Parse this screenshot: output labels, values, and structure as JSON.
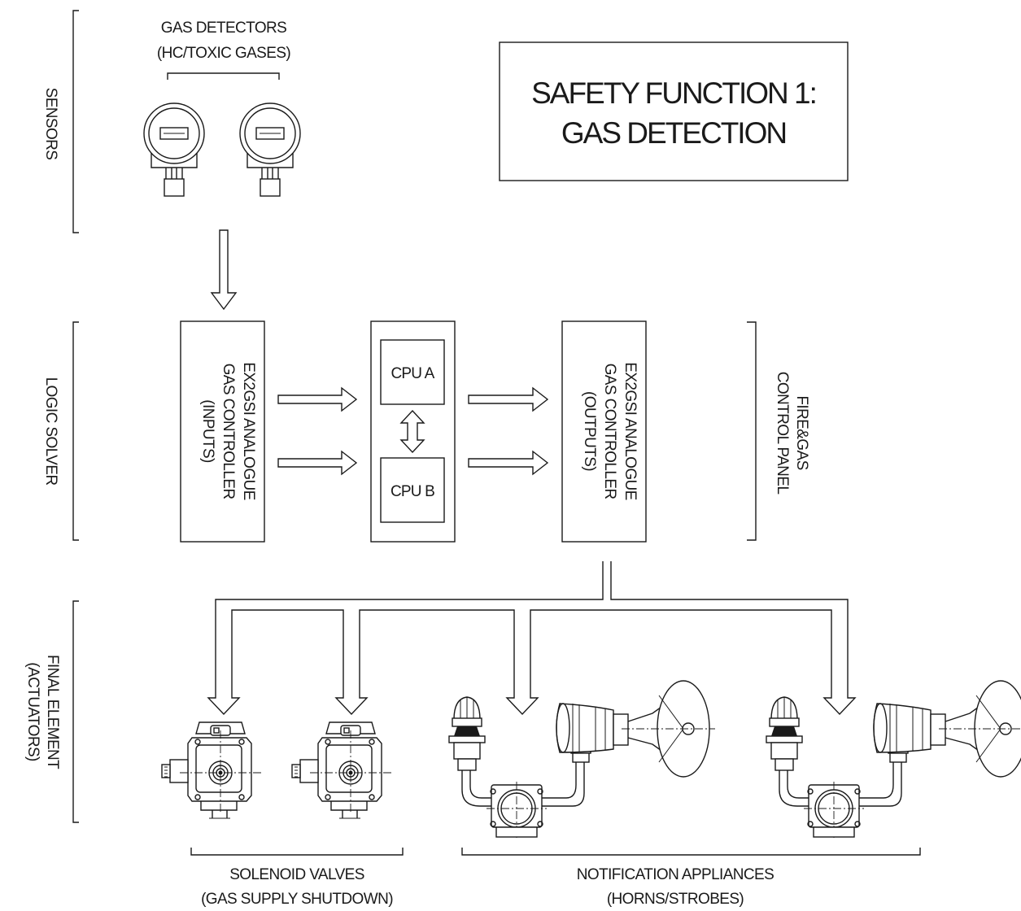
{
  "title": {
    "line1": "SAFETY FUNCTION 1:",
    "line2": "GAS DETECTION"
  },
  "side_labels": {
    "sensors": "SENSORS",
    "logic_solver": "LOGIC SOLVER",
    "final_element_line1": "FINAL ELEMENT",
    "final_element_line2": "(ACTUATORS)",
    "panel_line1": "FIRE&GAS",
    "panel_line2": "CONTROL PANEL"
  },
  "gas_detectors": {
    "line1": "GAS DETECTORS",
    "line2": "(HC/TOXIC GASES)"
  },
  "input_controller": {
    "line1": "EX2GSI ANALOGUE",
    "line2": "GAS CONTROLLER",
    "line3": "(INPUTS)"
  },
  "cpu": {
    "a": "CPU A",
    "b": "CPU B"
  },
  "output_controller": {
    "line1": "EX2GSI ANALOGUE",
    "line2": "GAS CONTROLLER",
    "line3": "(OUTPUTS)"
  },
  "solenoid_valves": {
    "line1": "SOLENOID VALVES",
    "line2": "(GAS SUPPLY SHUTDOWN)"
  },
  "notification_appliances": {
    "line1": "NOTIFICATION APPLIANCES",
    "line2": "(HORNS/STROBES)"
  }
}
